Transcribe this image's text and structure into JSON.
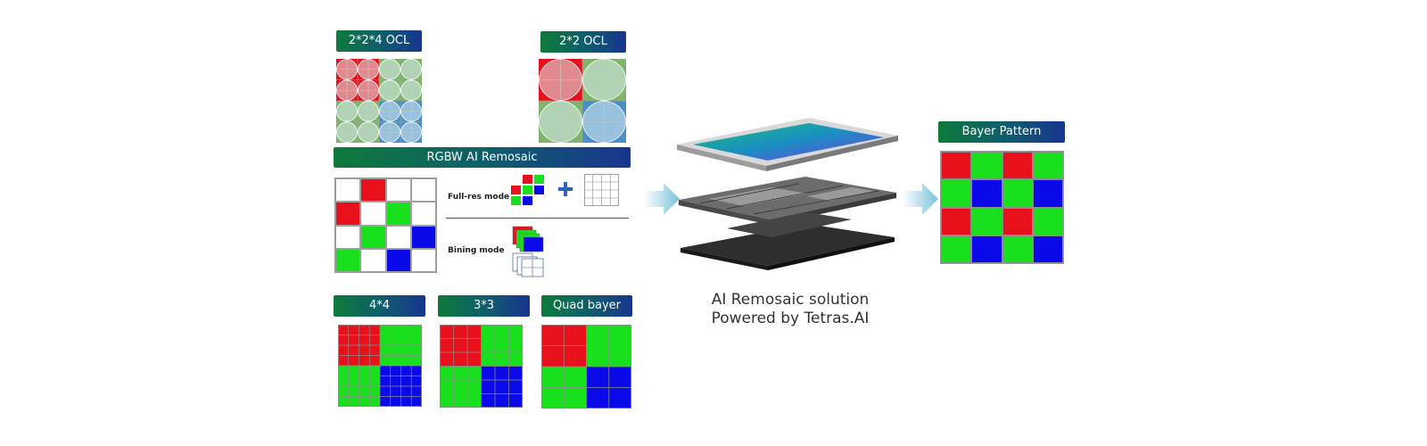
{
  "labels": {
    "ocl_224": "2*2*4 OCL",
    "ocl_22": "2*2 OCL",
    "rgbw": "RGBW AI Remosaic",
    "g44": "4*4",
    "g33": "3*3",
    "quad": "Quad bayer",
    "bayer": "Bayer Pattern"
  },
  "modes": {
    "full_res": "Full-res mode",
    "binning": "Bining mode"
  },
  "caption": {
    "line1": "AI Remosaic solution",
    "line2": "Powered by Tetras.AI"
  },
  "colors": {
    "red": "#e8101a",
    "green": "#19e01c",
    "blue": "#0a0ae8",
    "accent_green": "#0d7a3a",
    "accent_blue": "#18358f",
    "arrow": "#7fc4dc"
  },
  "patterns": {
    "rgbw": [
      [
        "W",
        "R",
        "W",
        "W"
      ],
      [
        "R",
        "W",
        "G",
        "W"
      ],
      [
        "W",
        "G",
        "W",
        "B"
      ],
      [
        "G",
        "W",
        "B",
        "W"
      ]
    ],
    "bayer": [
      [
        "R",
        "G",
        "R",
        "G"
      ],
      [
        "G",
        "B",
        "G",
        "B"
      ],
      [
        "R",
        "G",
        "R",
        "G"
      ],
      [
        "G",
        "B",
        "G",
        "B"
      ]
    ],
    "mini_full": [
      [
        "",
        "R",
        "G"
      ],
      [
        "R",
        "G",
        "B"
      ],
      [
        "G",
        "B",
        ""
      ]
    ]
  }
}
